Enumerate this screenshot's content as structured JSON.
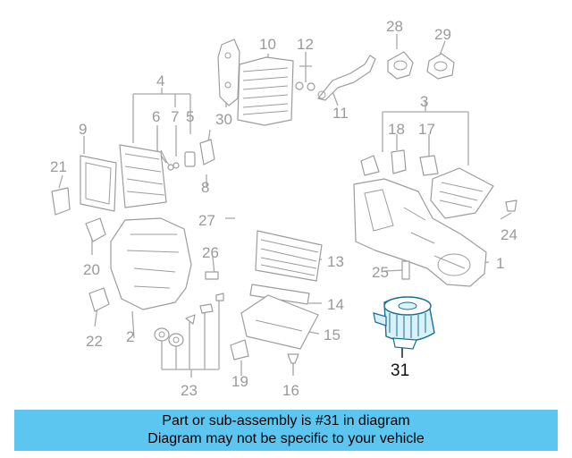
{
  "labels": {
    "l1": "1",
    "l2": "2",
    "l3": "3",
    "l4": "4",
    "l5": "5",
    "l6": "6",
    "l7": "7",
    "l8": "8",
    "l9": "9",
    "l10": "10",
    "l11": "11",
    "l12": "12",
    "l13": "13",
    "l14": "14",
    "l15": "15",
    "l16": "16",
    "l17": "17",
    "l18": "18",
    "l19": "19",
    "l20": "20",
    "l21": "21",
    "l22": "22",
    "l23": "23",
    "l24": "24",
    "l25": "25",
    "l26": "26",
    "l27": "27",
    "l28": "28",
    "l29": "29",
    "l30": "30",
    "l31": "31"
  },
  "highlighted_part": "31",
  "banner": {
    "line1": "Part or sub-assembly is #31 in diagram",
    "line2": "Diagram may not be specific to your vehicle",
    "color": "#5cc6f0"
  }
}
